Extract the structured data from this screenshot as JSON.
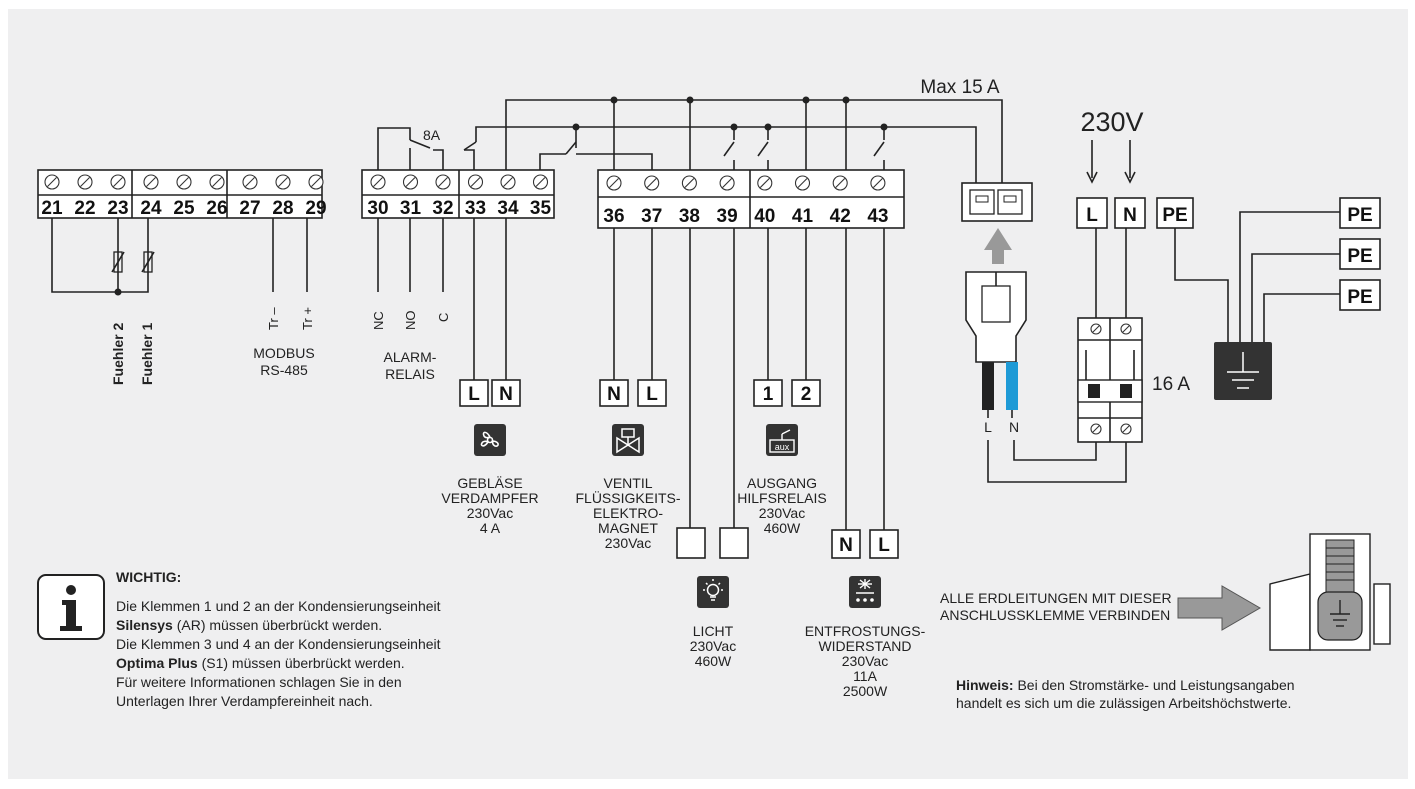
{
  "terminals": {
    "group1": [
      "21",
      "22",
      "23",
      "24",
      "25",
      "26",
      "27",
      "28",
      "29"
    ],
    "group2": [
      "30",
      "31",
      "32",
      "33",
      "34",
      "35"
    ],
    "group3": [
      "36",
      "37",
      "38",
      "39",
      "40",
      "41",
      "42",
      "43"
    ]
  },
  "sensors": {
    "fuehler2": "Fuehler 2",
    "fuehler1": "Fuehler 1"
  },
  "modbus": {
    "tr_minus": "Tr –",
    "tr_plus": "Tr +",
    "line1": "MODBUS",
    "line2": "RS-485"
  },
  "alarm": {
    "fuse": "8A",
    "nc": "NC",
    "no": "NO",
    "c": "C",
    "line1": "ALARM-",
    "line2": "RELAIS"
  },
  "fan": {
    "l": "L",
    "n": "N",
    "lines": [
      "GEBLÄSE",
      "VERDAMPFER",
      "230Vac",
      "4 A"
    ],
    "icon": "fan-icon"
  },
  "valve": {
    "n": "N",
    "l": "L",
    "lines": [
      "VENTIL",
      "FLÜSSIGKEITS-",
      "ELEKTRO-",
      "MAGNET",
      "230Vac"
    ],
    "icon": "solenoid-valve-icon"
  },
  "light": {
    "lines": [
      "LICHT",
      "230Vac",
      "460W"
    ],
    "icon": "light-bulb-icon"
  },
  "aux": {
    "t1": "1",
    "t2": "2",
    "lines": [
      "AUSGANG",
      "HILFSRELAIS",
      "230Vac",
      "460W"
    ],
    "icon": "aux-relay-icon",
    "icon_text": "aux"
  },
  "defrost": {
    "n": "N",
    "l": "L",
    "lines": [
      "ENTFROSTUNGS-",
      "WIDERSTAND",
      "230Vac",
      "11A",
      "2500W"
    ],
    "icon": "defrost-icon"
  },
  "power": {
    "max": "Max 15 A",
    "voltage": "230V",
    "l": "L",
    "n": "N",
    "pe": "PE",
    "breaker": "16 A",
    "plug_l": "L",
    "plug_n": "N"
  },
  "earth": {
    "pe1": "PE",
    "pe2": "PE",
    "pe3": "PE",
    "note_line1": "ALLE ERDLEITUNGEN MIT DIESER",
    "note_line2": "ANSCHLUSSKLEMME VERBINDEN"
  },
  "important": {
    "title": "WICHTIG:",
    "line1": "Die Klemmen 1 und 2 an der Kondensierungseinheit",
    "line2_bold": "Silensys",
    "line2_rest": " (AR) müssen überbrückt werden.",
    "line3": "Die Klemmen 3 und 4 an der Kondensierungseinheit",
    "line4_bold": "Optima Plus",
    "line4_rest": " (S1) müssen überbrückt werden.",
    "line5": "Für weitere Informationen schlagen Sie in den",
    "line6": "Unterlagen Ihrer Verdampfereinheit nach."
  },
  "hint": {
    "bold": "Hinweis:",
    "line1": " Bei den Stromstärke- und Leistungsangaben",
    "line2": "handelt es sich um die zulässigen Arbeitshöchstwerte."
  },
  "colors": {
    "background": "#efeff0",
    "icon_dark": "#333333",
    "blue_wire": "#1e9ad6",
    "arrow_gray": "#999999"
  }
}
